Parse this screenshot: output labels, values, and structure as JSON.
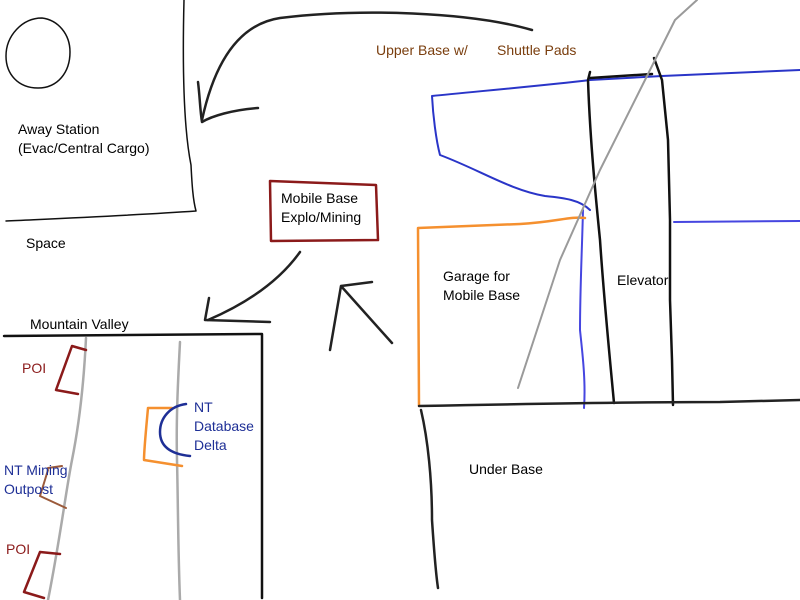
{
  "colors": {
    "ink": "#000000",
    "stroke_dark": "#222222",
    "shuttle_pads_text": "#7a3e0e",
    "poi_red": "#8b1a1a",
    "nt_blue": "#1e2f96",
    "passage_blue": "#3a3ad9",
    "garage_orange": "#f5902f",
    "grey_line": "#9a9a9a",
    "brown_outline": "#9b5a3a"
  },
  "labels": {
    "away_station": "Away Station\n(Evac/Central Cargo)",
    "space": "Space",
    "upper_base": "Upper Base w/",
    "shuttle_pads": "Shuttle Pads",
    "mobile_base": "Mobile Base\nExplo/Mining",
    "garage": "Garage for\nMobile Base",
    "elevator": "Elevator",
    "mountain_valley": "Mountain Valley",
    "poi_1": "POI",
    "poi_2": "POI",
    "nt_mining_outpost": "NT Mining\nOutpost",
    "nt_database_delta": "NT\nDatabase\nDelta",
    "under_base": "Under Base"
  }
}
